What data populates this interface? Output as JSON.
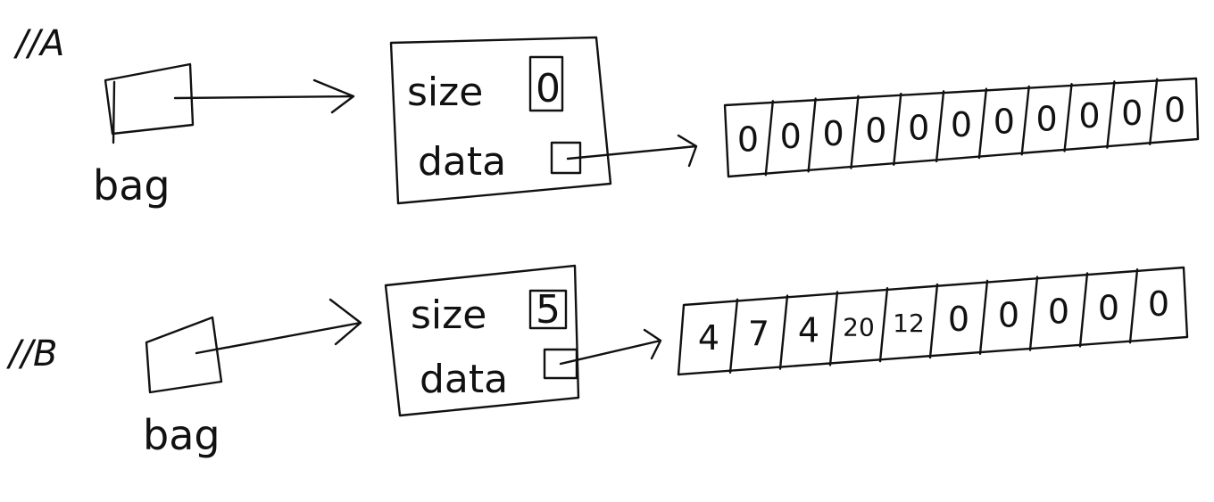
{
  "diagrams": {
    "a": {
      "tag": "//A",
      "pointer_label": "bag",
      "struct": {
        "size_label": "size",
        "size_value": "0",
        "data_label": "data"
      },
      "cells": [
        "0",
        "0",
        "0",
        "0",
        "0",
        "0",
        "0",
        "0",
        "0",
        "0",
        "0"
      ]
    },
    "b": {
      "tag": "//B",
      "pointer_label": "bag",
      "struct": {
        "size_label": "size",
        "size_value": "5",
        "data_label": "data"
      },
      "cells": [
        "4",
        "7",
        "4",
        "20",
        "12",
        "0",
        "0",
        "0",
        "0",
        "0"
      ]
    }
  }
}
